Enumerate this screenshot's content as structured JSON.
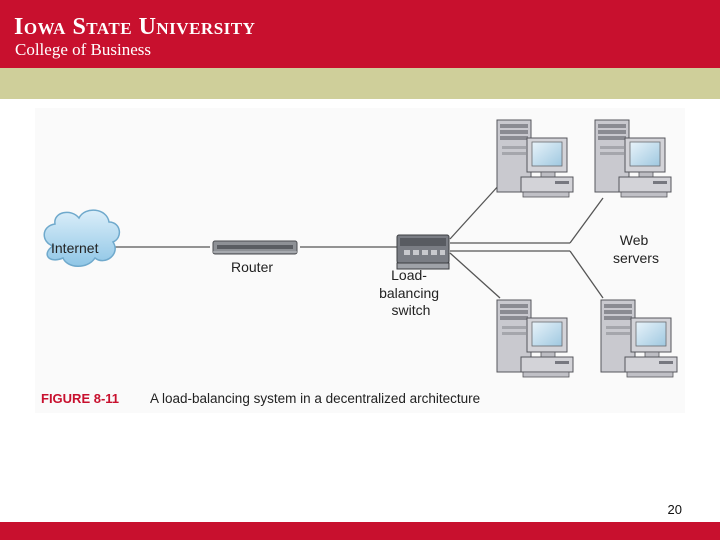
{
  "header": {
    "university": "Iowa State University",
    "college": "College of Business",
    "colors": {
      "red": "#c8102e",
      "band": "#cfcf9a"
    }
  },
  "diagram": {
    "internet_label": "Internet",
    "router_label": "Router",
    "switch_label_lines": [
      "Load-",
      "balancing",
      "switch"
    ],
    "servers_label_lines": [
      "Web",
      "servers"
    ],
    "caption_id": "FIGURE 8-11",
    "caption_text": "A load-balancing system in a decentralized architecture",
    "icons": [
      "cloud-icon",
      "router-icon",
      "switch-icon",
      "server-icon"
    ]
  },
  "footer": {
    "page_number": "20"
  }
}
